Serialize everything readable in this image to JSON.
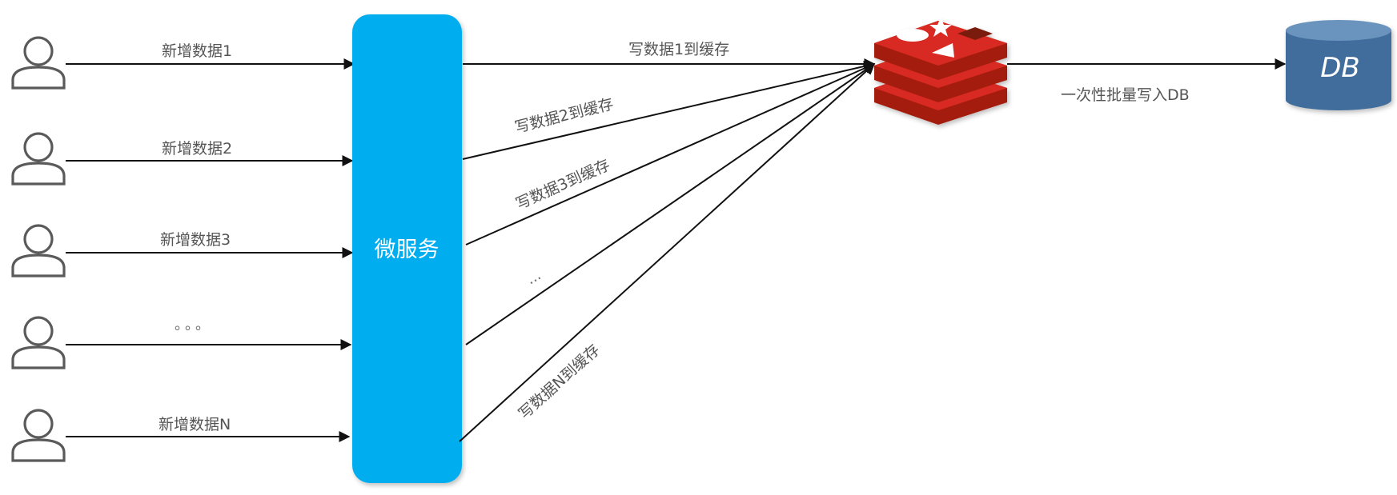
{
  "users": [
    {
      "label": "新增数据1"
    },
    {
      "label": "新增数据2"
    },
    {
      "label": "新增数据3"
    },
    {
      "label": "。。。"
    },
    {
      "label": "新增数据N"
    }
  ],
  "microservice": {
    "label": "微服务",
    "color": "#00AEEF"
  },
  "cache_writes": [
    {
      "label": "写数据1到缓存"
    },
    {
      "label": "写数据2到缓存"
    },
    {
      "label": "写数据3到缓存"
    },
    {
      "label": "..."
    },
    {
      "label": "写数据N到缓存"
    }
  ],
  "cache": {
    "icon": "redis-icon",
    "color": "#D82C20"
  },
  "db_write": {
    "label": "一次性批量写入DB"
  },
  "database": {
    "label": "DB",
    "color": "#3F6D9C"
  }
}
